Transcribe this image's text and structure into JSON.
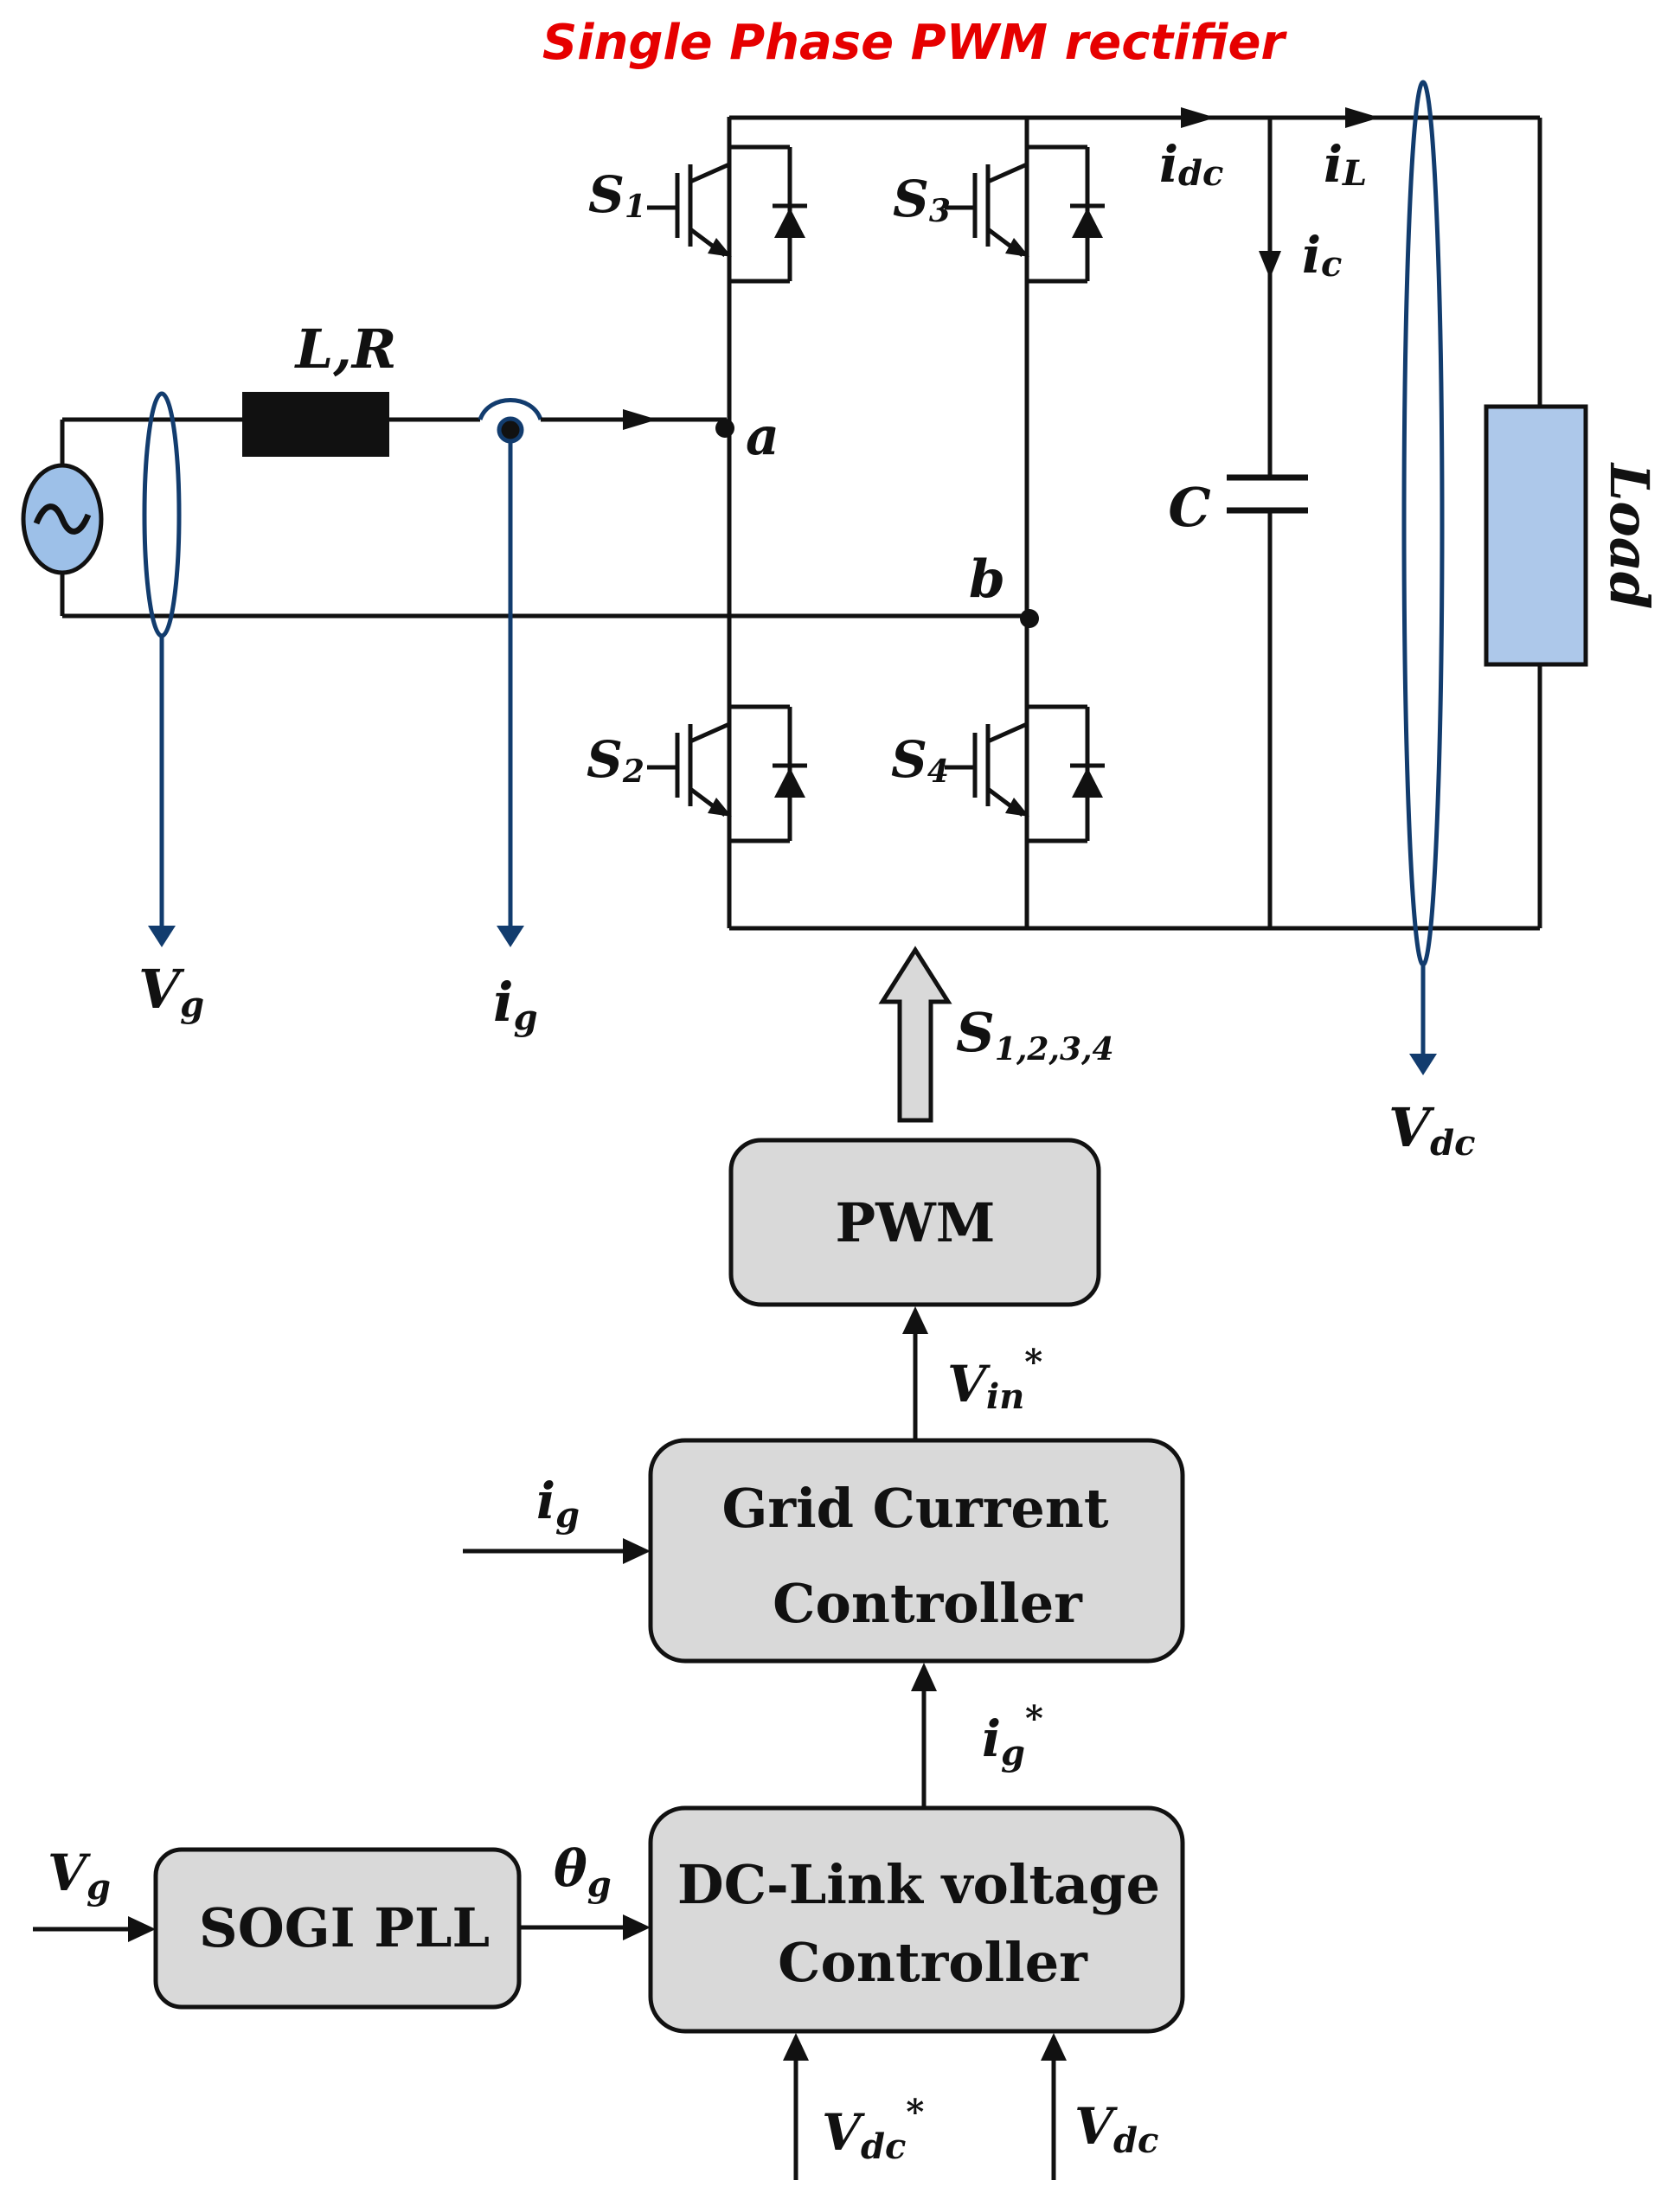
{
  "title": "Single Phase PWM rectifier",
  "colors": {
    "title": "#e60000",
    "block_fill": "#d9d9d9",
    "measure": "#123c6e",
    "source_fill": "#9dc0e8",
    "load_fill": "#adc8ea"
  },
  "circuit": {
    "inductor_label": "L,R",
    "node_a": "a",
    "node_b": "b",
    "capacitor_label": "C",
    "load_label": "Load",
    "switches": {
      "s1": "S",
      "s1_sub": "1",
      "s2": "S",
      "s2_sub": "2",
      "s3": "S",
      "s3_sub": "3",
      "s4": "S",
      "s4_sub": "4"
    },
    "currents": {
      "idc": "i",
      "idc_sub": "dc",
      "iL": "i",
      "iL_sub": "L",
      "ic": "i",
      "ic_sub": "c"
    }
  },
  "measurements": {
    "vg": "V",
    "vg_sub": "g",
    "ig": "i",
    "ig_sub": "g",
    "vdc": "V",
    "vdc_sub": "dc"
  },
  "gate_signal": {
    "label": "S",
    "sub": "1,2,3,4"
  },
  "blocks": {
    "pwm": "PWM",
    "grid_current_line1": "Grid Current",
    "grid_current_line2": "Controller",
    "dc_link_line1": "DC-Link voltage",
    "dc_link_line2": "Controller",
    "sogi": "SOGI PLL"
  },
  "signals": {
    "vin_ref": "V",
    "vin_ref_sub": "in",
    "vin_ref_sup": "*",
    "ig_in": "i",
    "ig_in_sub": "g",
    "ig_ref": "i",
    "ig_ref_sub": "g",
    "ig_ref_sup": "*",
    "vg_in": "V",
    "vg_in_sub": "g",
    "theta": "θ",
    "theta_sub": "g",
    "vdc_ref": "V",
    "vdc_ref_sub": "dc",
    "vdc_ref_sup": "*",
    "vdc_in": "V",
    "vdc_in_sub": "dc"
  }
}
